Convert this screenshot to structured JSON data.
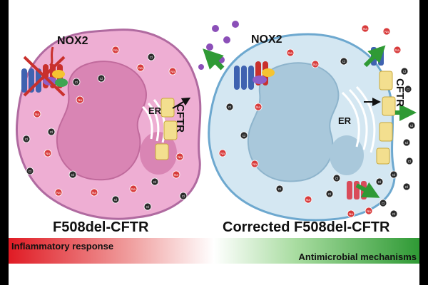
{
  "left_cell": {
    "caption": "F508del-CFTR",
    "nox_label": "NOX2",
    "er_label": "ER",
    "cftr_label": "CFTR"
  },
  "right_cell": {
    "caption": "Corrected F508del-CFTR",
    "nox_label": "NOX2",
    "er_label": "ER",
    "cftr_label": "CFTR"
  },
  "ions": {
    "sodium": "Na",
    "chloride": "Cl"
  },
  "gradient": {
    "left_label": "Inflammatory response",
    "right_label": "Antimicrobial mechanisms",
    "left_color": "#e01b24",
    "right_color": "#2f9a35"
  },
  "colors": {
    "left_cytoplasm": "#eeaed3",
    "left_nucleus": "#d985b4",
    "right_cytoplasm": "#d4e7f2",
    "right_nucleus": "#a9c8db",
    "sodium_ion": "#d83b3b",
    "chloride_ion": "#2b2b2b",
    "ros": "#8b4fb8"
  }
}
